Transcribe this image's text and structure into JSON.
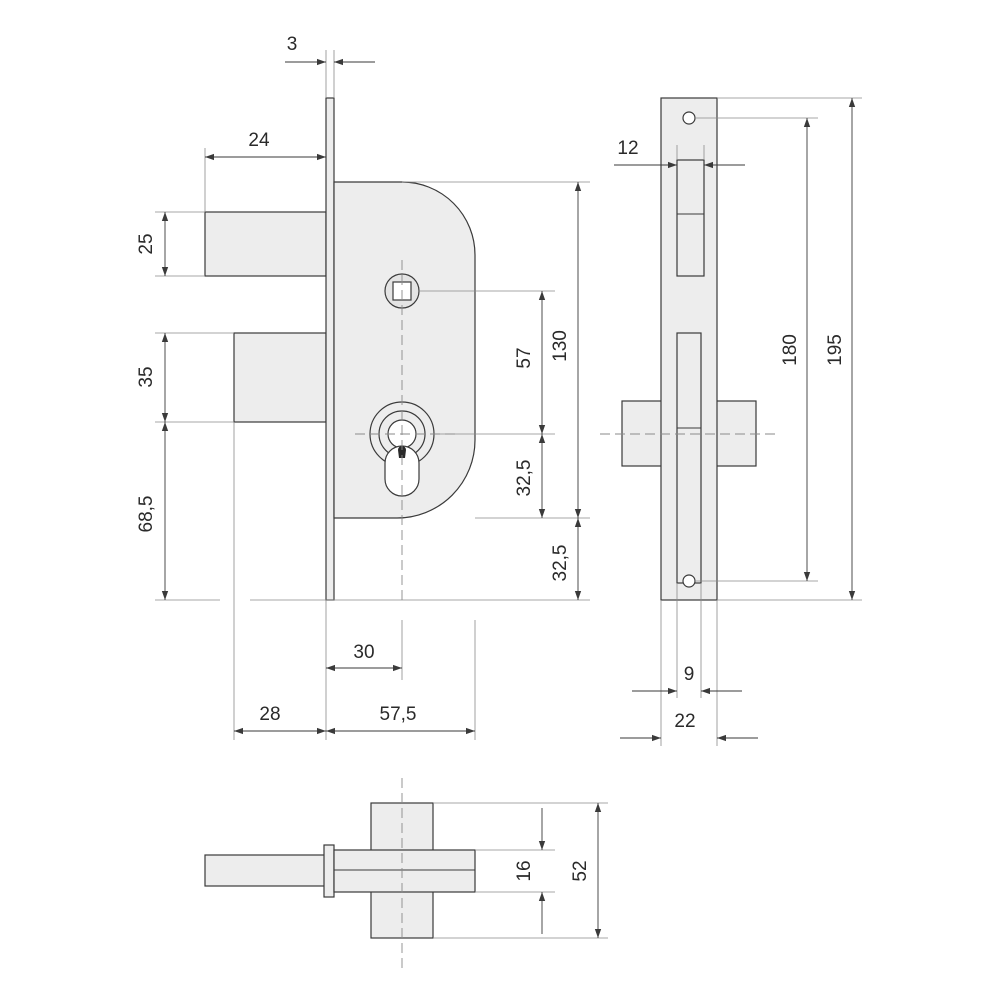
{
  "dimensions": {
    "faceplate_thickness": "3",
    "deadbolt_throw": "24",
    "deadbolt_height": "25",
    "latch_height": "35",
    "latch_to_bottom": "68,5",
    "handle_to_key": "57",
    "case_height": "130",
    "key_to_case_bottom": "32,5",
    "case_bottom_to_plate_bottom": "32,5",
    "backset": "30",
    "latch_projection": "28",
    "case_depth": "57,5",
    "faceplate_slot_width": "12",
    "screw_distance": "180",
    "faceplate_length": "195",
    "inner_width": "9",
    "faceplate_width": "22",
    "bolt_width": "16",
    "bolt_total_width": "52"
  }
}
